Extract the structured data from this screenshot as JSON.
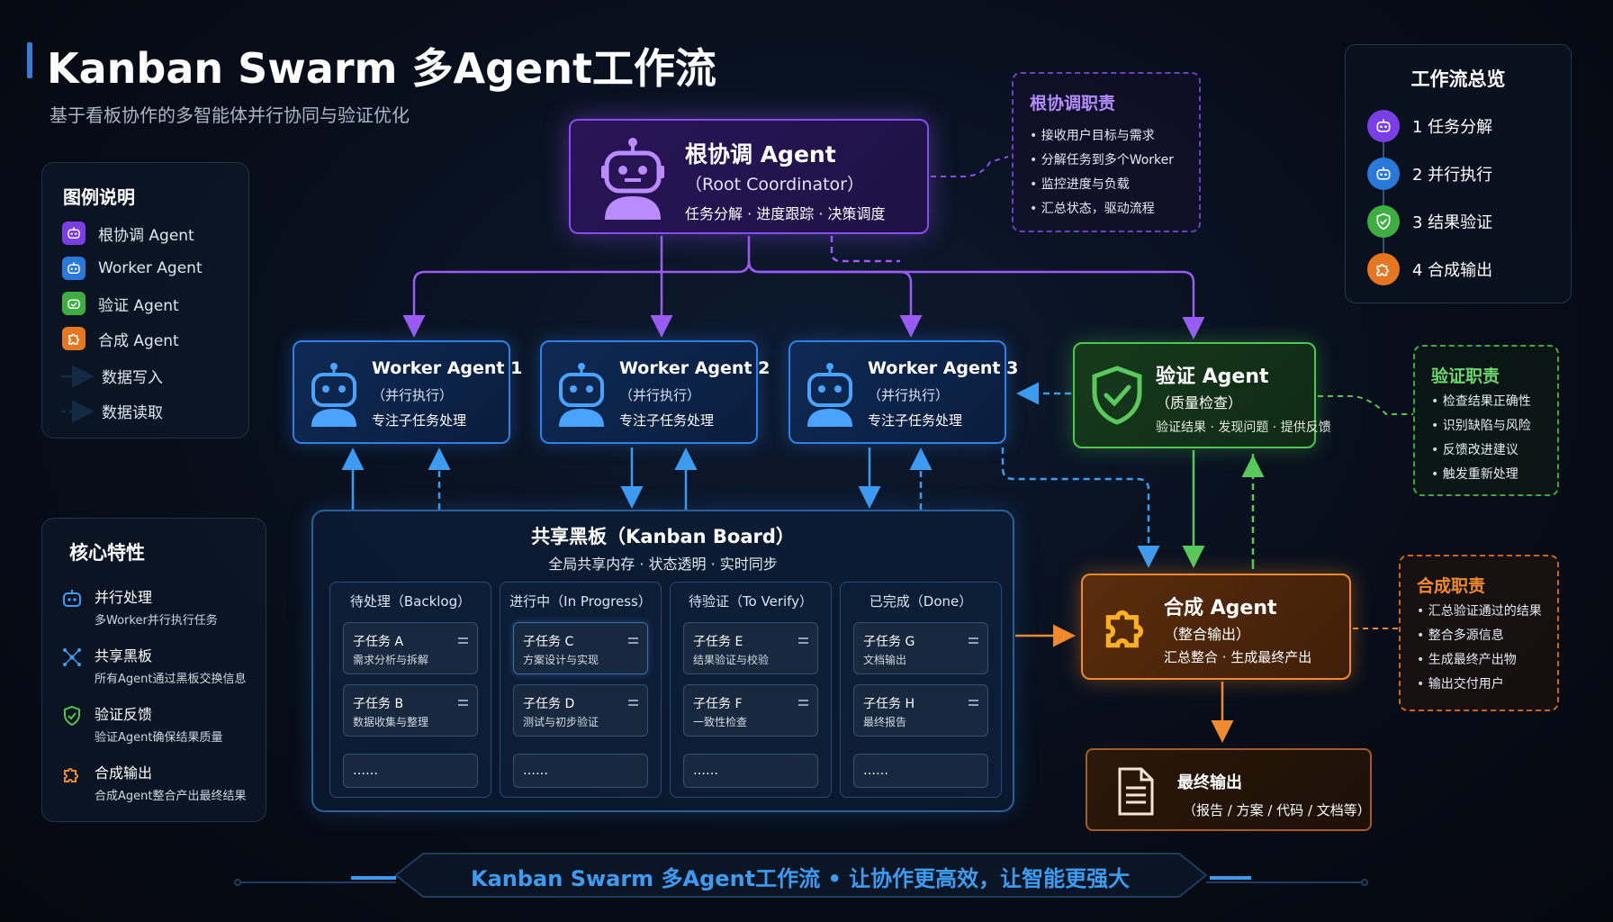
{
  "header": {
    "title": "Kanban Swarm 多Agent工作流",
    "subtitle": "基于看板协作的多智能体并行协同与验证优化"
  },
  "legend": {
    "title": "图例说明",
    "items": [
      "根协调 Agent",
      "Worker Agent",
      "验证 Agent",
      "合成 Agent",
      "数据写入",
      "数据读取"
    ]
  },
  "core": {
    "title": "核心特性",
    "items": [
      {
        "title": "并行处理",
        "desc": "多Worker并行执行任务"
      },
      {
        "title": "共享黑板",
        "desc": "所有Agent通过黑板交换信息"
      },
      {
        "title": "验证反馈",
        "desc": "验证Agent确保结果质量"
      },
      {
        "title": "合成输出",
        "desc": "合成Agent整合产出最终结果"
      }
    ]
  },
  "root": {
    "title": "根协调 Agent",
    "subtitle": "（Root Coordinator）",
    "desc": "任务分解 · 进度跟踪 · 决策调度"
  },
  "root_note": {
    "title": "根协调职责",
    "items": [
      "接收用户目标与需求",
      "分解任务到多个Worker",
      "监控进度与负载",
      "汇总状态，驱动流程"
    ]
  },
  "overview": {
    "title": "工作流总览",
    "steps": [
      "1  任务分解",
      "2  并行执行",
      "3  结果验证",
      "4  合成输出"
    ]
  },
  "workers": [
    {
      "title": "Worker Agent 1",
      "subtitle": "（并行执行）",
      "desc": "专注子任务处理"
    },
    {
      "title": "Worker Agent 2",
      "subtitle": "（并行执行）",
      "desc": "专注子任务处理"
    },
    {
      "title": "Worker Agent 3",
      "subtitle": "（并行执行）",
      "desc": "专注子任务处理"
    }
  ],
  "verify": {
    "title": "验证 Agent",
    "subtitle": "（质量检查）",
    "desc": "验证结果 · 发现问题 · 提供反馈"
  },
  "verify_note": {
    "title": "验证职责",
    "items": [
      "检查结果正确性",
      "识别缺陷与风险",
      "反馈改进建议",
      "触发重新处理"
    ]
  },
  "synth": {
    "title": "合成 Agent",
    "subtitle": "（整合输出）",
    "desc": "汇总整合 · 生成最终产出"
  },
  "synth_note": {
    "title": "合成职责",
    "items": [
      "汇总验证通过的结果",
      "整合多源信息",
      "生成最终产出物",
      "输出交付用户"
    ]
  },
  "final": {
    "title": "最终输出",
    "subtitle": "（报告 / 方案 / 代码 / 文档等）"
  },
  "board": {
    "title": "共享黑板（Kanban Board）",
    "subtitle": "全局共享内存 · 状态透明 · 实时同步",
    "columns": [
      {
        "header": "待处理（Backlog）",
        "cards": [
          {
            "name": "子任务 A",
            "desc": "需求分析与拆解"
          },
          {
            "name": "子任务 B",
            "desc": "数据收集与整理"
          }
        ],
        "more": "……"
      },
      {
        "header": "进行中（In Progress）",
        "cards": [
          {
            "name": "子任务 C",
            "desc": "方案设计与实现"
          },
          {
            "name": "子任务 D",
            "desc": "测试与初步验证"
          }
        ],
        "more": "……"
      },
      {
        "header": "待验证（To Verify）",
        "cards": [
          {
            "name": "子任务 E",
            "desc": "结果验证与校验"
          },
          {
            "name": "子任务 F",
            "desc": "一致性检查"
          }
        ],
        "more": "……"
      },
      {
        "header": "已完成（Done）",
        "cards": [
          {
            "name": "子任务 G",
            "desc": "文档输出"
          },
          {
            "name": "子任务 H",
            "desc": "最终报告"
          }
        ],
        "more": "……"
      }
    ]
  },
  "footer": {
    "text": "Kanban Swarm  多Agent工作流   •   让协作更高效，让智能更强大"
  },
  "colors": {
    "root": "#8a4cf0",
    "worker": "#2f7fe6",
    "verify": "#4ec74e",
    "synth": "#f08a2c"
  }
}
